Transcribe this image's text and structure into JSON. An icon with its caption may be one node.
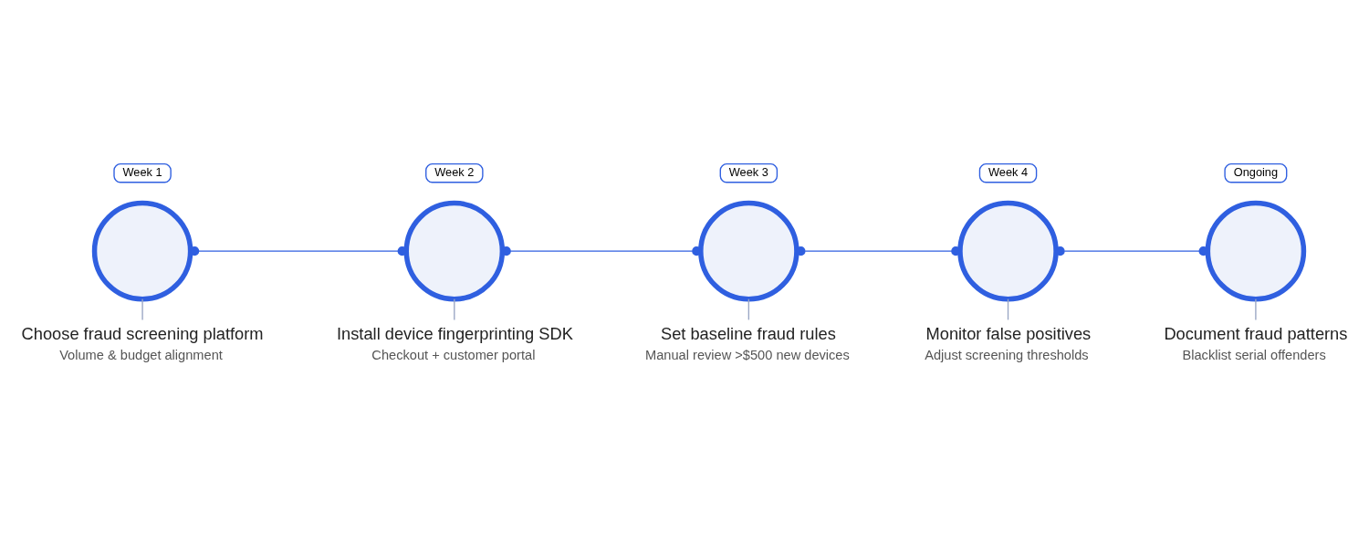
{
  "diagram": {
    "nodes": [
      {
        "text": [
          "Week 1"
        ]
      },
      {
        "text": [],
        "shape": "circle"
      },
      {
        "text": [
          "Choose fraud screening platform",
          "Volume & budget alignment"
        ]
      },
      {
        "text": [
          "Week 2"
        ]
      },
      {
        "text": [],
        "shape": "circle"
      },
      {
        "text": [
          "Install device fingerprinting SDK",
          "Checkout + customer portal"
        ]
      },
      {
        "text": [
          "Week 3"
        ]
      },
      {
        "text": [],
        "shape": "circle"
      },
      {
        "text": [
          "Set baseline fraud rules",
          "Manual review >$500 new devices"
        ]
      },
      {
        "text": [
          "Week 4"
        ]
      },
      {
        "text": [],
        "shape": "circle"
      },
      {
        "text": [
          "Monitor false positives",
          "Adjust screening thresholds"
        ]
      },
      {
        "text": [
          "Ongoing"
        ]
      },
      {
        "text": [],
        "shape": "circle"
      },
      {
        "text": [
          "Document fraud patterns",
          "Blacklist serial offenders"
        ]
      }
    ],
    "edges": [
      {
        "from": 1,
        "to": 4,
        "arrow": "other",
        "color": "#2f5fe0"
      },
      {
        "from": 4,
        "to": 7,
        "arrow": "other",
        "color": "#2f5fe0"
      },
      {
        "from": 7,
        "to": 10,
        "arrow": "other",
        "color": "#2f5fe0"
      },
      {
        "from": 10,
        "to": 13,
        "arrow": "other",
        "color": "#2f5fe0"
      },
      {
        "from": 1,
        "to": 2,
        "arrow": "none"
      },
      {
        "from": 4,
        "to": 5,
        "arrow": "none"
      },
      {
        "from": 7,
        "to": 8,
        "arrow": "none"
      },
      {
        "from": 10,
        "to": 11,
        "arrow": "none"
      },
      {
        "from": 13,
        "to": 14,
        "arrow": "none"
      }
    ]
  }
}
